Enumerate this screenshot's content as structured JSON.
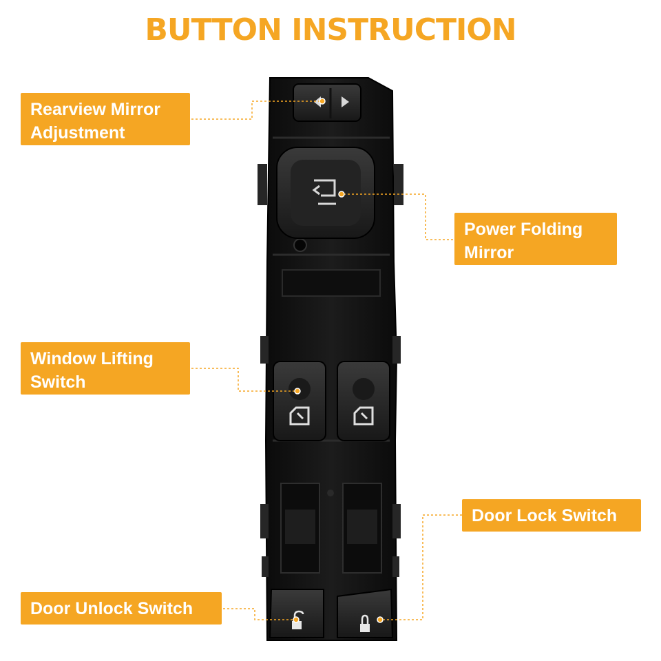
{
  "title": "BUTTON INSTRUCTION",
  "labels": {
    "rearview": "Rearview Mirror Adjustment",
    "power_folding": "Power Folding Mirror",
    "window_lifting": "Window Lifting Switch",
    "door_lock": "Door Lock Switch",
    "door_unlock": "Door Unlock Switch"
  },
  "colors": {
    "accent": "#F5A623",
    "housing": "#141414",
    "label_text": "#ffffff"
  },
  "icons": {
    "mirror_arrows": "triangle-left-right",
    "power_fold": "mirror-fold-icon",
    "window": "window-up-down-icon",
    "unlock": "padlock-open-icon",
    "lock": "padlock-closed-icon"
  }
}
